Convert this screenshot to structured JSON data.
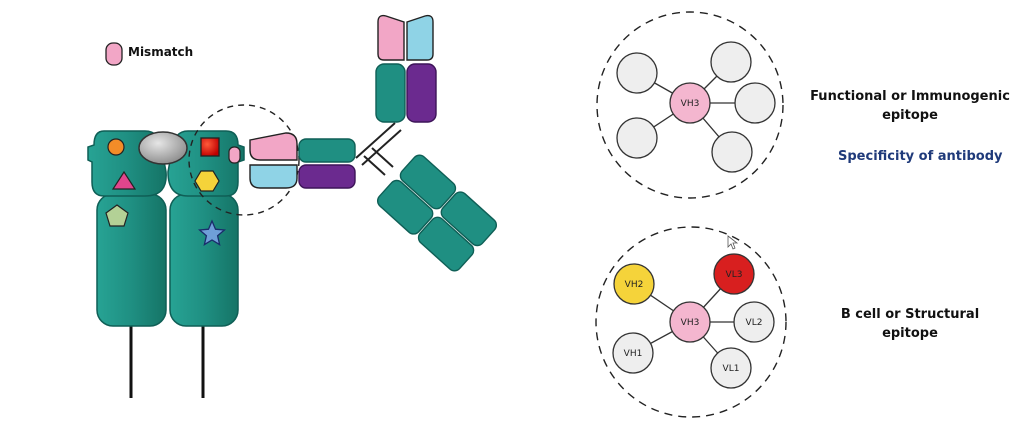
{
  "legend": {
    "mismatch_label": "Mismatch"
  },
  "functional_epitope": {
    "label_line1": "Functional or Immunogenic",
    "label_line2": "epitope",
    "center_node": "VH3",
    "specificity_label": "Specificity of antibody"
  },
  "structural_epitope": {
    "label_line1": "B cell or Structural",
    "label_line2": "epitope",
    "center_node": "VH3",
    "nodes": [
      "VH2",
      "VL3",
      "VL2",
      "VL1",
      "VH1"
    ]
  },
  "colors": {
    "teal": "#1f8f82",
    "teal_dark": "#0f5f56",
    "pink": "#f2a6c6",
    "light_blue": "#8fd3e6",
    "purple": "#6b2a8f",
    "hub_pink": "#f4b6cf",
    "vh2_yellow": "#f5d33a",
    "vl3_red": "#d81f1f",
    "node_grey": "#eeeeee"
  }
}
